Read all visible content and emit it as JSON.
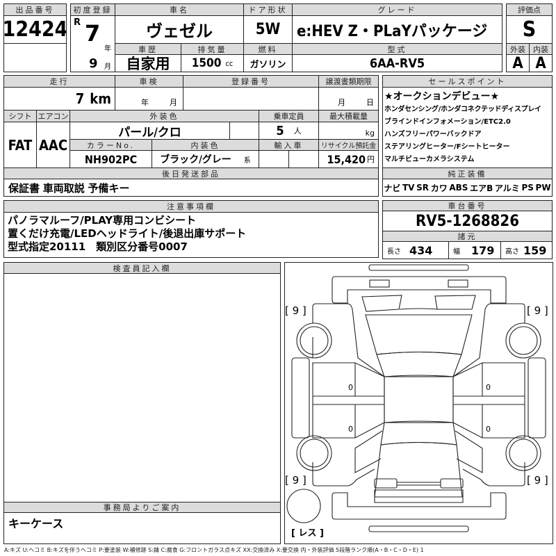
{
  "lot": {
    "label": "出品番号",
    "value": "12424"
  },
  "first_reg": {
    "label": "初度登録",
    "era": "R",
    "year": "7",
    "year_unit": "年",
    "month": "9",
    "month_unit": "月"
  },
  "car_name": {
    "label": "車名",
    "value": "ヴェゼル"
  },
  "door": {
    "label": "ドア形状",
    "value": "5W"
  },
  "grade": {
    "label": "グレード",
    "value": "e:HEV Z・PLaYパッケージ"
  },
  "history": {
    "label": "車歴",
    "value": "自家用"
  },
  "displacement": {
    "label": "排気量",
    "value": "1500",
    "unit": "cc"
  },
  "fuel": {
    "label": "燃料",
    "value": "ガソリン"
  },
  "model": {
    "label": "型式",
    "value": "6AA-RV5"
  },
  "score": {
    "label": "評価点",
    "value": "S",
    "exterior_label": "外装",
    "exterior": "A",
    "interior_label": "内装",
    "interior": "A"
  },
  "mileage": {
    "label": "走行",
    "value": "7",
    "unit": "km"
  },
  "inspection": {
    "label": "車検",
    "year_unit": "年",
    "month_unit": "月"
  },
  "reg_no": {
    "label": "登録番号"
  },
  "transfer": {
    "label": "譲渡書類期限",
    "month_unit": "月",
    "day_unit": "日"
  },
  "shift": {
    "label": "シフト",
    "value": "FAT"
  },
  "aircon": {
    "label": "エアコン",
    "value": "AAC"
  },
  "ext_color": {
    "label": "外装色",
    "value": "パール/クロ"
  },
  "capacity": {
    "label": "乗車定員",
    "value": "5",
    "unit": "人"
  },
  "max_load": {
    "label": "最大積載量",
    "unit": "kg"
  },
  "color_no": {
    "label": "カラーNo.",
    "value": "NH902PC"
  },
  "int_color": {
    "label": "内装色",
    "value": "ブラック/グレー",
    "unit": "系"
  },
  "import": {
    "label": "輸入車"
  },
  "recycle": {
    "label": "リサイクル預託金",
    "value": "15,420",
    "unit": "円"
  },
  "later_parts": {
    "label": "後日発送部品",
    "value": "保証書 車両取説 予備キー"
  },
  "sales_points": {
    "label": "セールスポイント",
    "lines": [
      "★オークションデビュー★",
      "ホンダセンシング/ホンダコネクテッドディスプレイ",
      "ブラインドインフォメーション/ETC2.0",
      "ハンズフリーパワーバックドア",
      "ステアリングヒーター/Fシートヒーター",
      "マルチビューカメラシステム"
    ]
  },
  "equipment": {
    "label": "純正装備",
    "items": [
      "ナビ",
      "TV",
      "SR",
      "カワ",
      "ABS",
      "エアB",
      "アルミ",
      "PS",
      "PW"
    ]
  },
  "chassis": {
    "label": "車台番号",
    "value": "RV5-1268826"
  },
  "specs": {
    "label": "諸元",
    "length_label": "長さ",
    "length": "434",
    "width_label": "幅",
    "width": "179",
    "height_label": "高さ",
    "height": "159"
  },
  "notes": {
    "label": "注意事項欄",
    "lines": [
      "パノラマルーフ/PLAY専用コンビシート",
      "置くだけ充電/LEDヘッドライト/後退出庫サポート",
      "型式指定20111　類別区分番号0007"
    ]
  },
  "inspector": {
    "label": "検査員記入欄"
  },
  "office": {
    "label": "事務局よりご案内",
    "value": "キーケース"
  },
  "diagram": {
    "tire_fl": "[ 9 ]",
    "tire_fr": "[ 9 ]",
    "tire_rl": "[ 9 ]",
    "tire_rr": "[ 9 ]",
    "spare": "[ レス ]",
    "door_marks": [
      "0",
      "0",
      "0",
      "0"
    ]
  },
  "legend": "A:キズ U:ヘコミ B:キズを伴うヘコミ P:要塗装 W:補修跡 S:錆 C:腐食 G:フロントガラス点キズ XX:交換済み X:要交換 内・外装評価 5段階ランク順(A・B・C・D・E) 1"
}
